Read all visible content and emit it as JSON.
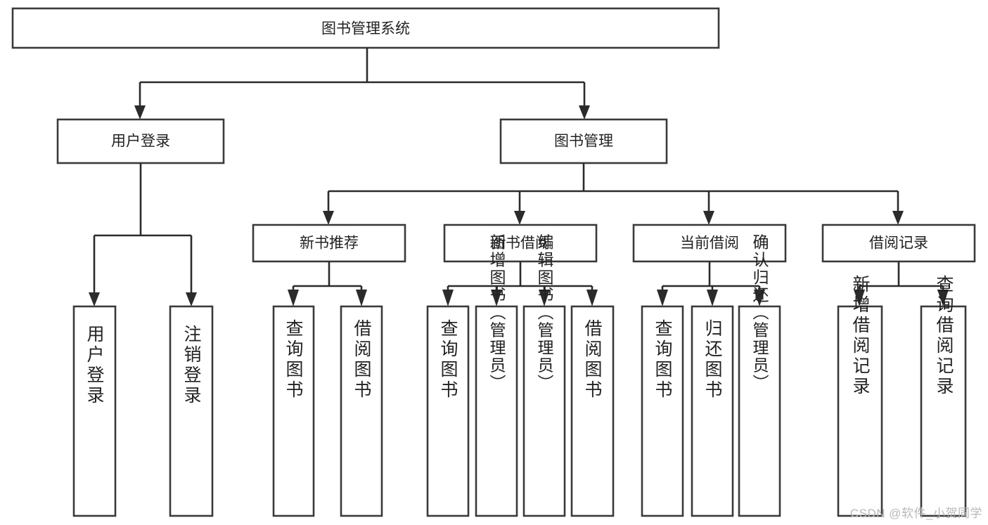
{
  "diagram": {
    "title": "图书管理系统",
    "type": "hierarchy-tree",
    "root": {
      "id": "root",
      "label": "图书管理系统"
    },
    "level2": [
      {
        "id": "user-login",
        "label": "用户登录"
      },
      {
        "id": "book-manage",
        "label": "图书管理"
      }
    ],
    "level3": [
      {
        "id": "new-book-rec",
        "label": "新书推荐",
        "parent": "book-manage"
      },
      {
        "id": "book-borrow",
        "label": "图书借阅",
        "parent": "book-manage"
      },
      {
        "id": "current-borrow",
        "label": "当前借阅",
        "parent": "book-manage"
      },
      {
        "id": "borrow-record",
        "label": "借阅记录",
        "parent": "book-manage"
      }
    ],
    "leaves": {
      "user-login": [
        {
          "id": "leaf-user-login",
          "label": "用户登录"
        },
        {
          "id": "leaf-user-logout",
          "label": "注销登录"
        }
      ],
      "new-book-rec": [
        {
          "id": "leaf-query-book-1",
          "label": "查询图书"
        },
        {
          "id": "leaf-borrow-book-1",
          "label": "借阅图书"
        }
      ],
      "book-borrow": [
        {
          "id": "leaf-query-book-2",
          "label": "查询图书"
        },
        {
          "id": "leaf-add-book",
          "label": "新增图书（管理员）"
        },
        {
          "id": "leaf-edit-book",
          "label": "编辑图书（管理员）"
        },
        {
          "id": "leaf-borrow-book-2",
          "label": "借阅图书"
        }
      ],
      "current-borrow": [
        {
          "id": "leaf-query-book-3",
          "label": "查询图书"
        },
        {
          "id": "leaf-return-book",
          "label": "归还图书"
        },
        {
          "id": "leaf-confirm-return",
          "label": "确认归还（管理员）"
        }
      ],
      "borrow-record": [
        {
          "id": "leaf-add-record",
          "label": "新增借阅记录"
        },
        {
          "id": "leaf-query-record",
          "label": "查询借阅记录"
        }
      ]
    }
  },
  "watermark": {
    "text": "CSDN @软件_小贺同学"
  },
  "colors": {
    "box_stroke": "#3a3a3a",
    "line": "#2b2b2b",
    "text": "#222222",
    "background": "#ffffff",
    "watermark": "#b8b8b8"
  }
}
